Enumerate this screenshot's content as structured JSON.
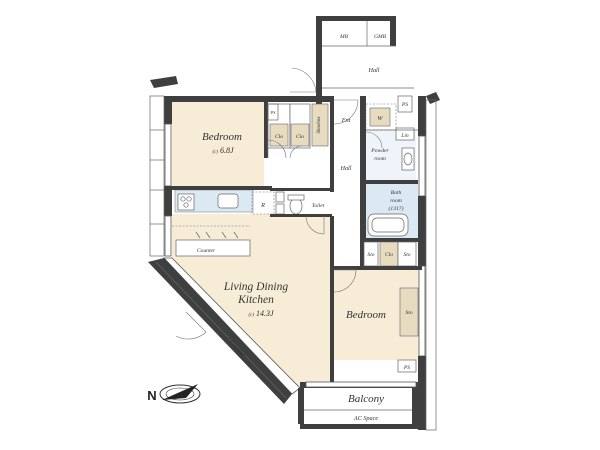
{
  "rooms": {
    "mb": "MB",
    "gmb": "GMB",
    "hall_top": "Hall",
    "bedroom1": "Bedroom",
    "bedroom1_area_prefix": "(c)",
    "bedroom1_area": "6.8J",
    "ent": "Ent",
    "w": "W",
    "ps_top": "PS",
    "lin": "Lin",
    "powder_room_1": "Powder",
    "powder_room_2": "room",
    "hall_mid": "Hall",
    "bath_room_1": "Bath",
    "bath_room_2": "room",
    "bath_room_3": "(1317)",
    "clo_1": "Clo",
    "clo_2": "Clo",
    "clo_3": "Clo",
    "shoebox": "Shoebox",
    "r": "R",
    "toilet": "Toilet",
    "counter_kitchen": "Counter",
    "ldk_1": "Living Dining",
    "ldk_2": "Kitchen",
    "ldk_area_prefix": "(c)",
    "ldk_area": "14.3J",
    "sto_1": "Sto",
    "sto_2": "Sto",
    "sto_3": "Sto",
    "bedroom2": "Bedroom",
    "ps_bottom": "PS",
    "counter_diag": "Counter",
    "balcony": "Balcony",
    "ac_space": "AC Space",
    "ps_tag": "PS"
  },
  "compass": {
    "letter": "N"
  },
  "colors": {
    "floor_wood": "#f7ecd6",
    "bath_blue": "#dbe9f3",
    "wall": "#3f3f3f",
    "door_cream": "#e8dcc0"
  }
}
